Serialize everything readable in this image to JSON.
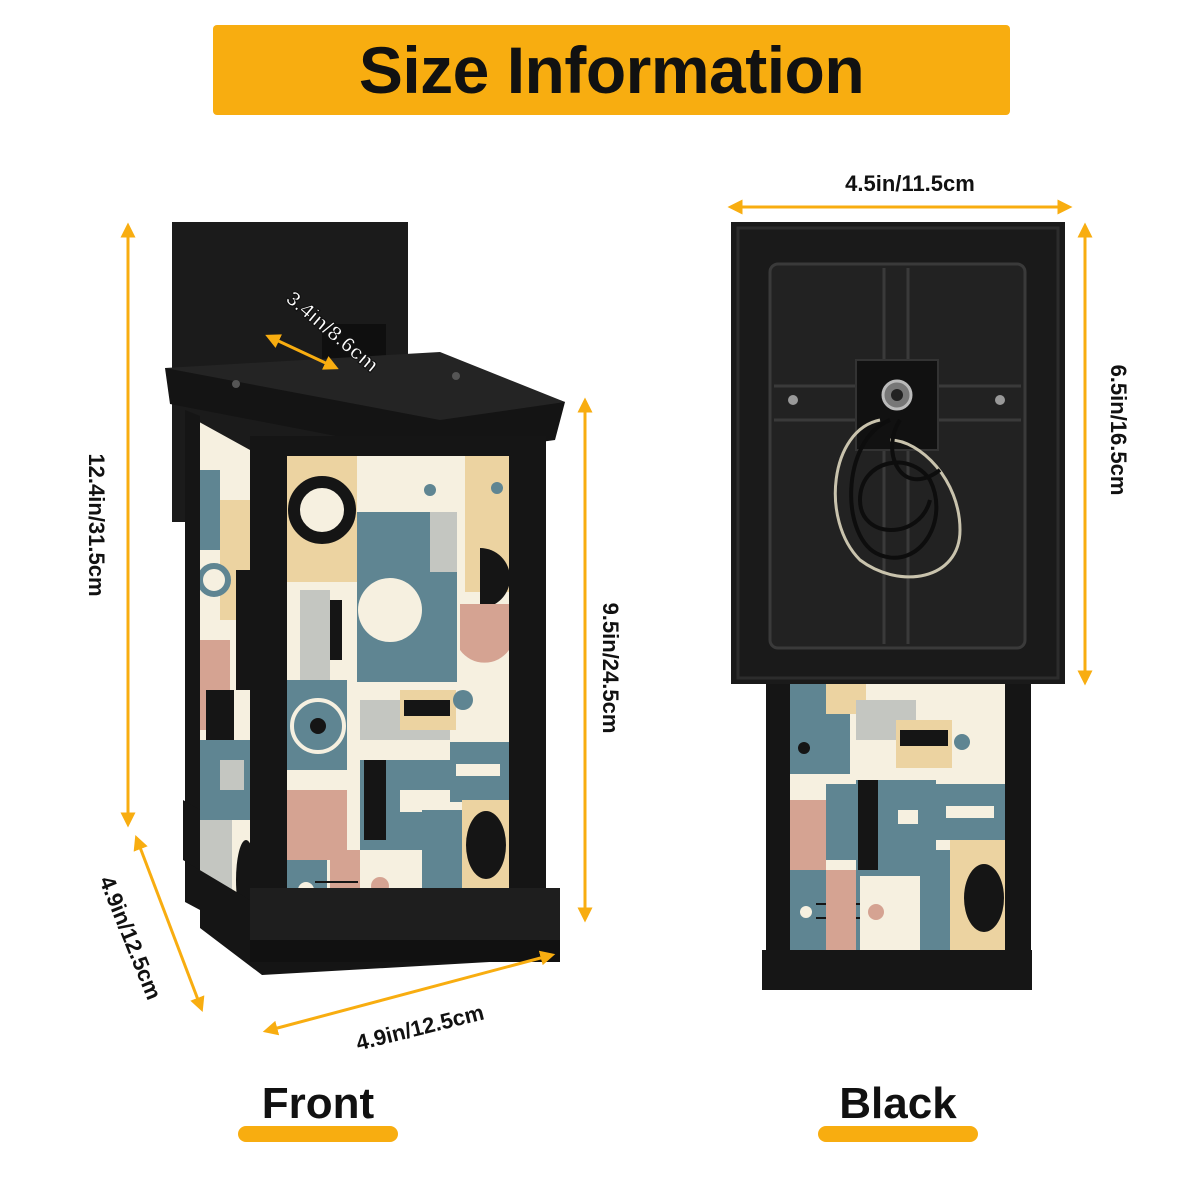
{
  "header": {
    "title": "Size Information"
  },
  "dimensions": {
    "front_height": "12.4in/31.5cm",
    "front_depth_side": "4.9in/12.5cm",
    "front_width": "4.9in/12.5cm",
    "front_shade_height": "9.5in/24.5cm",
    "bracket_depth": "3.4in/8.6cm",
    "back_width": "4.5in/11.5cm",
    "back_plate_height": "6.5in/16.5cm"
  },
  "captions": {
    "front": "Front",
    "back": "Black"
  },
  "colors": {
    "accent": "#f8ad10",
    "frame": "#151515",
    "teal": "#5f8592",
    "cream": "#f6f0e0",
    "tan": "#ecd3a1",
    "pink": "#d5a392",
    "gray": "#c4c6c1"
  }
}
